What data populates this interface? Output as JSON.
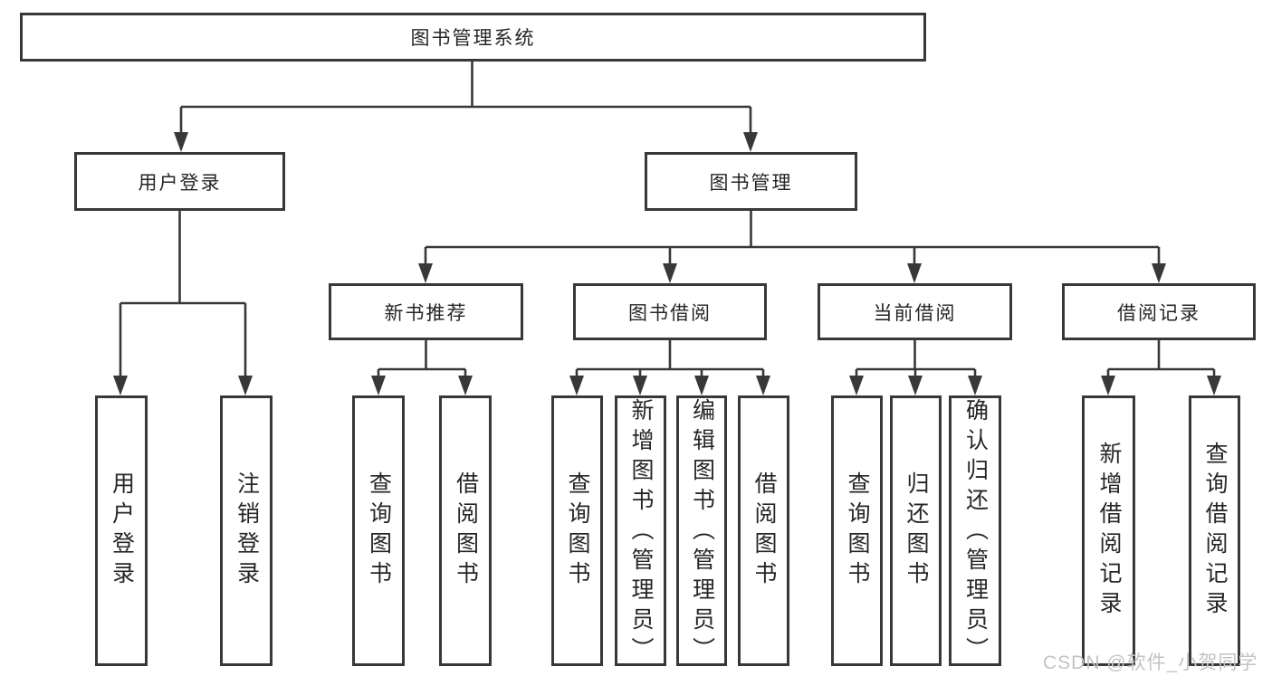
{
  "tree": {
    "label": "图书管理系统",
    "children": [
      {
        "label": "用户登录",
        "children": [
          {
            "label": "用户登录"
          },
          {
            "label": "注销登录"
          }
        ]
      },
      {
        "label": "图书管理",
        "children": [
          {
            "label": "新书推荐",
            "children": [
              {
                "label": "查询图书"
              },
              {
                "label": "借阅图书"
              }
            ]
          },
          {
            "label": "图书借阅",
            "children": [
              {
                "label": "查询图书"
              },
              {
                "label": "新增图书（管理员）"
              },
              {
                "label": "编辑图书（管理员）"
              },
              {
                "label": "借阅图书"
              }
            ]
          },
          {
            "label": "当前借阅",
            "children": [
              {
                "label": "查询图书"
              },
              {
                "label": "归还图书"
              },
              {
                "label": "确认归还（管理员）"
              }
            ]
          },
          {
            "label": "借阅记录",
            "children": [
              {
                "label": "新增借阅记录"
              },
              {
                "label": "查询借阅记录"
              }
            ]
          }
        ]
      }
    ]
  },
  "watermark": "CSDN @软件_小贺同学",
  "colors": {
    "line": "#383838",
    "text": "#262626",
    "watermark": "#c3c3c3",
    "background": "#ffffff"
  }
}
